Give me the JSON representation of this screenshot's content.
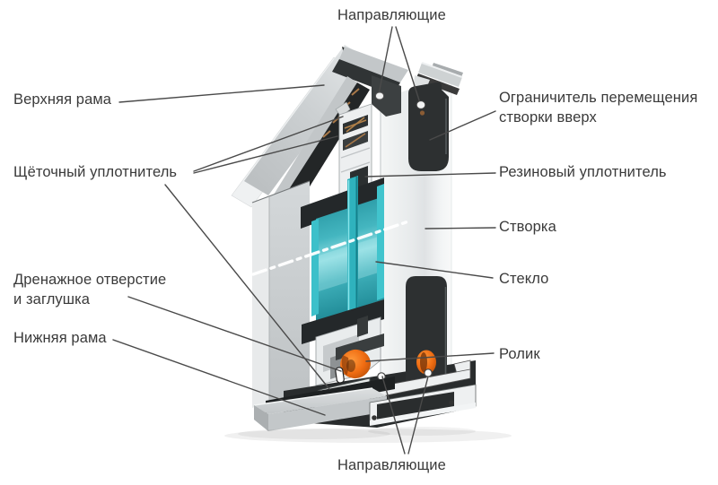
{
  "labels": {
    "upper_frame": "Верхняя рама",
    "brush_seal": "Щёточный уплотнитель",
    "drainage_line1": "Дренажное отверстие",
    "drainage_line2": "и заглушка",
    "lower_frame": "Нижняя рама",
    "guides_top": "Направляющие",
    "limiter_line1": "Ограничитель перемещения",
    "limiter_line2": "створки вверх",
    "rubber_seal": "Резиновый уплотнитель",
    "sash": "Створка",
    "glass": "Стекло",
    "roller": "Ролик",
    "guides_bottom": "Направляющие"
  },
  "colors": {
    "background": "#ffffff",
    "text": "#3a3a3a",
    "leader_line": "#4a4a4a",
    "aluminum_light": "#d9dcde",
    "aluminum_dark": "#9a9ea0",
    "rubber_black": "#2d3031",
    "glass_teal": "#2fa9b4",
    "roller_orange": "#f4741c",
    "bristle_tan": "#a87848"
  }
}
